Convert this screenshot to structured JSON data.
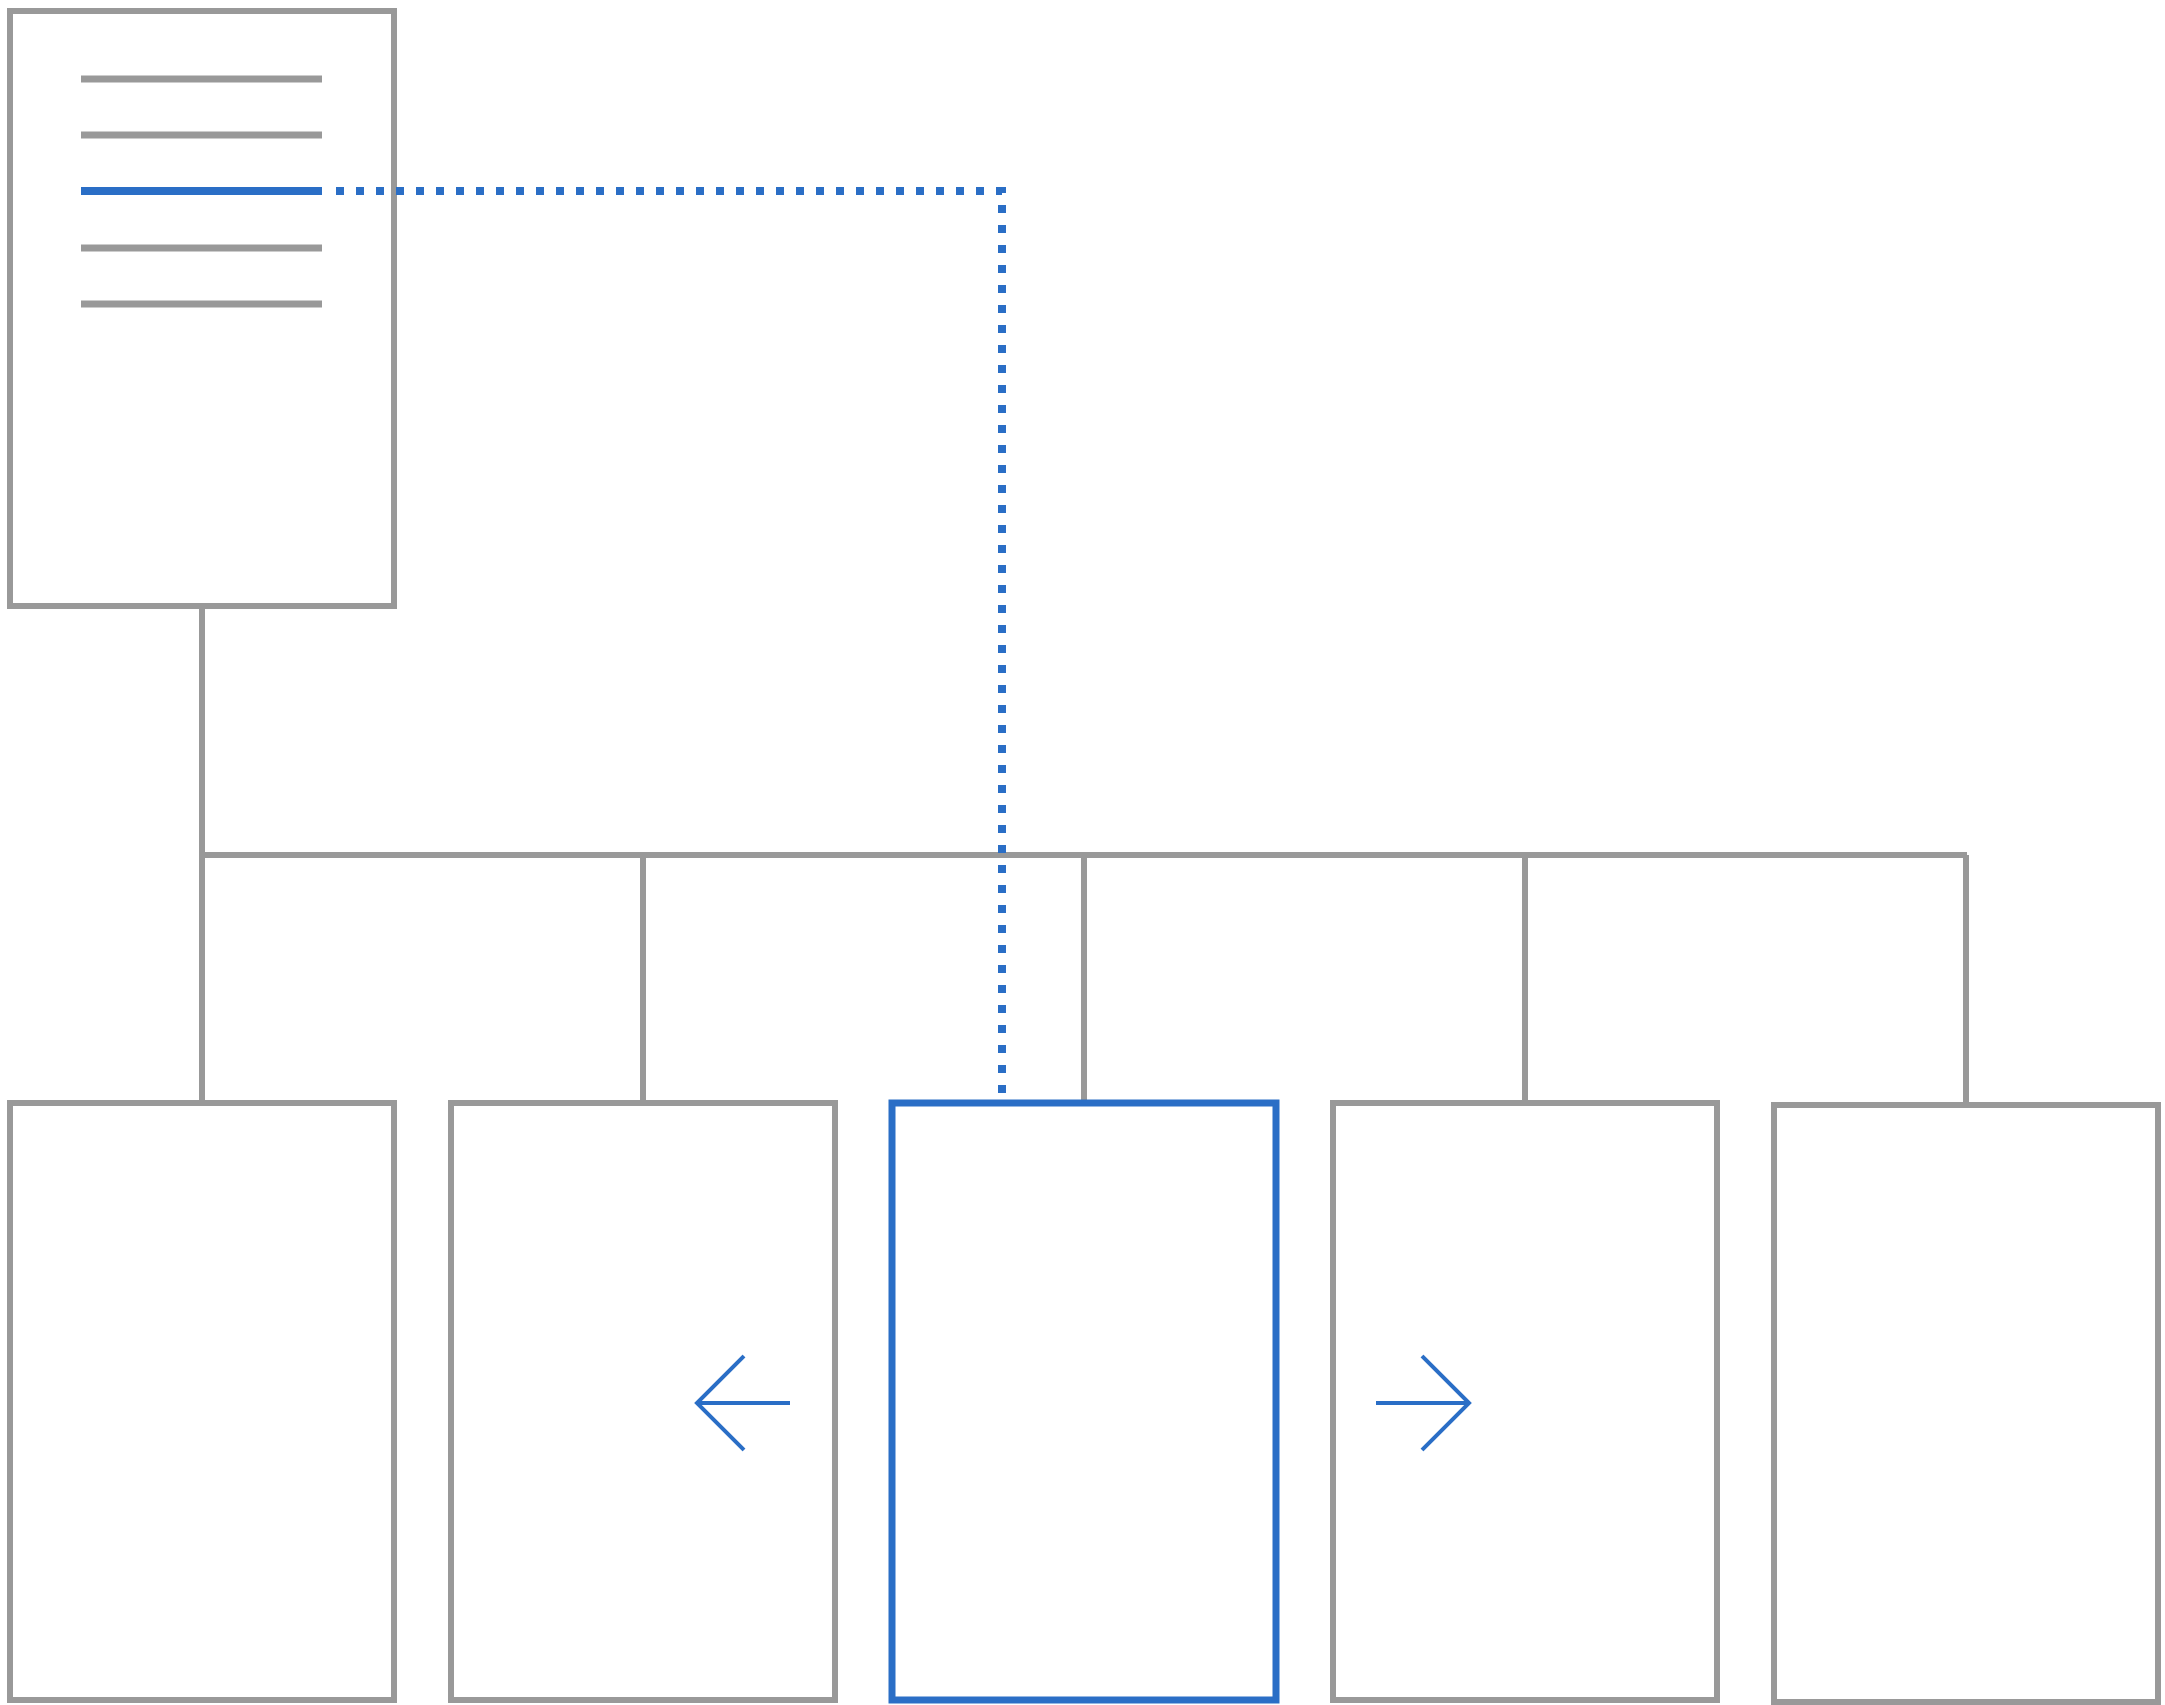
{
  "colors": {
    "neutral": "#999999",
    "accent": "#2a6ec6",
    "background": "#ffffff"
  },
  "index_page": {
    "line_count": 5,
    "highlighted_line": 3
  },
  "child_pages": {
    "count": 5,
    "selected": 3
  },
  "icons": {
    "previous": "arrow-left-icon",
    "next": "arrow-right-icon"
  }
}
